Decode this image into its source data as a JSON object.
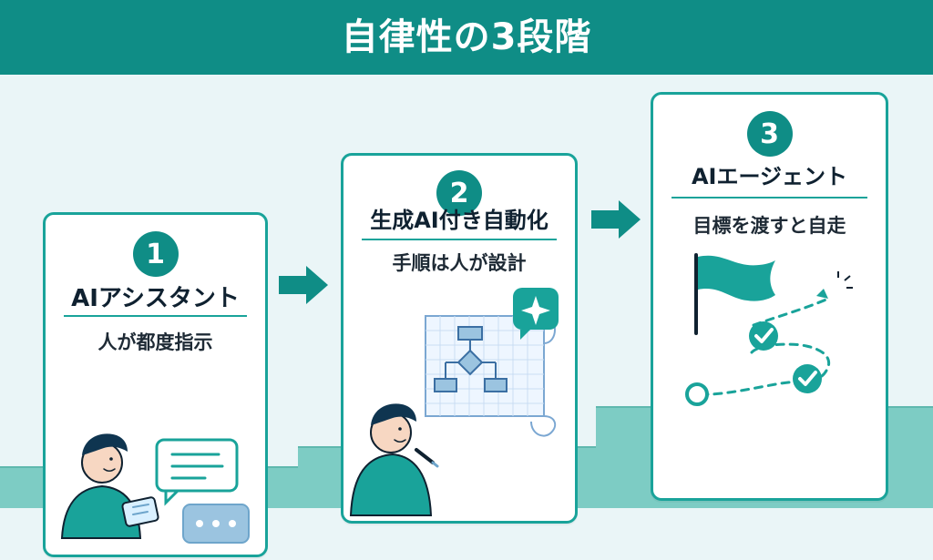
{
  "header": {
    "title": "自律性の3段階"
  },
  "steps": [
    {
      "number": "1",
      "title": "AIアシスタント",
      "subtitle": "人が都度指示"
    },
    {
      "number": "2",
      "title": "生成AI付き自動化",
      "subtitle": "手順は人が設計"
    },
    {
      "number": "3",
      "title": "AIエージェント",
      "subtitle": "目標を渡すと自走"
    }
  ],
  "colors": {
    "primary": "#0f8d86",
    "border": "#19a39a",
    "background": "#eaf5f7",
    "step_fill": "#7dccc4"
  },
  "icons": {
    "step1": [
      "person-icon",
      "tablet-icon",
      "speech-bubble-icon",
      "ellipsis-bubble-icon"
    ],
    "step2": [
      "person-icon",
      "pen-icon",
      "flowchart-blueprint-icon",
      "sparkle-badge-icon"
    ],
    "step3": [
      "flag-icon",
      "checkmark-icon",
      "checkmark-icon",
      "path-arrow-icon",
      "start-node-icon"
    ]
  }
}
